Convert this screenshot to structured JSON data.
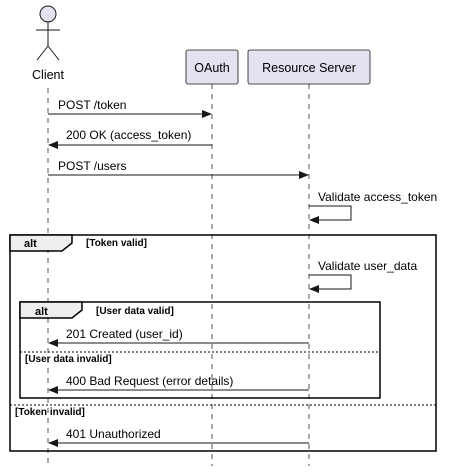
{
  "participants": {
    "client": "Client",
    "oauth": "OAuth",
    "resource": "Resource Server"
  },
  "messages": {
    "post_token": "POST /token",
    "ok_token": "200 OK (access_token)",
    "post_users": "POST /users",
    "validate_token": "Validate access_token",
    "validate_user": "Validate user_data",
    "created": "201 Created (user_id)",
    "bad_request": "400 Bad Request (error details)",
    "unauthorized": "401 Unauthorized"
  },
  "fragments": {
    "outer": {
      "keyword": "alt",
      "guard": "[Token valid]",
      "else_guard": "[Token invalid]"
    },
    "inner": {
      "keyword": "alt",
      "guard": "[User data valid]",
      "else_guard": "[User data invalid]"
    }
  },
  "colors": {
    "participant_fill": "#e2e2f0",
    "fragment_tab_fill": "#eeeeee",
    "line": "#181818"
  }
}
